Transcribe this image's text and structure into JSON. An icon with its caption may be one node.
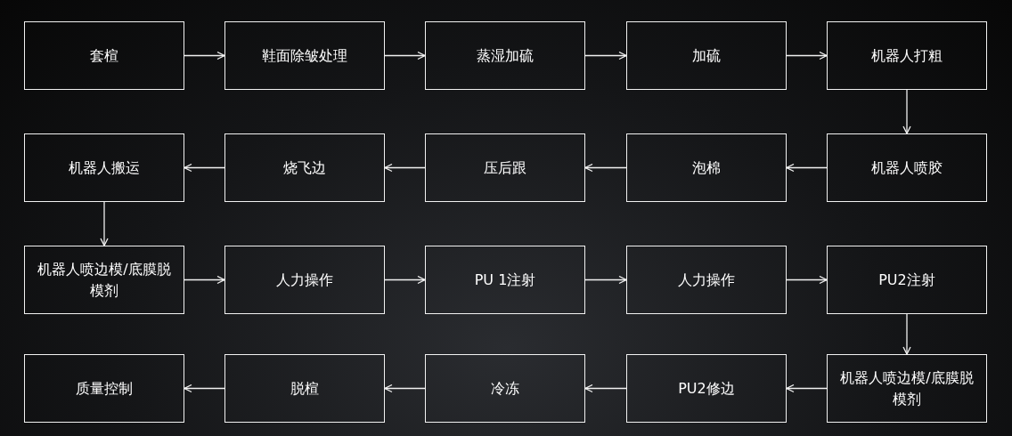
{
  "diagram": {
    "nodes": [
      {
        "text": [
          "套楦"
        ]
      },
      {
        "text": [
          "鞋面除皱处理"
        ]
      },
      {
        "text": [
          "蒸湿加硫"
        ]
      },
      {
        "text": [
          "加硫"
        ]
      },
      {
        "text": [
          "机器人打粗"
        ]
      },
      {
        "text": [
          "机器人喷胶"
        ]
      },
      {
        "text": [
          "泡棉"
        ]
      },
      {
        "text": [
          "压后跟"
        ]
      },
      {
        "text": [
          "烧飞边"
        ]
      },
      {
        "text": [
          "机器人搬运"
        ]
      },
      {
        "text": [
          "机器人喷边模/底膜脱模剂"
        ]
      },
      {
        "text": [
          "人力操作"
        ]
      },
      {
        "text": [
          "PU 1注射"
        ]
      },
      {
        "text": [
          "人力操作"
        ]
      },
      {
        "text": [
          "PU2注射"
        ]
      },
      {
        "text": [
          "机器人喷边模/底膜脱模剂"
        ]
      },
      {
        "text": [
          "PU2修边"
        ]
      },
      {
        "text": [
          "冷冻"
        ]
      },
      {
        "text": [
          "脱楦"
        ]
      },
      {
        "text": [
          "质量控制"
        ]
      }
    ],
    "edges": [
      {
        "from": 0,
        "to": 1,
        "arrow": "to"
      },
      {
        "from": 1,
        "to": 2,
        "arrow": "to"
      },
      {
        "from": 2,
        "to": 3,
        "arrow": "to"
      },
      {
        "from": 3,
        "to": 4,
        "arrow": "to"
      },
      {
        "from": 4,
        "to": 5,
        "arrow": "to"
      },
      {
        "from": 5,
        "to": 6,
        "arrow": "to"
      },
      {
        "from": 6,
        "to": 7,
        "arrow": "to"
      },
      {
        "from": 7,
        "to": 8,
        "arrow": "to"
      },
      {
        "from": 8,
        "to": 9,
        "arrow": "to"
      },
      {
        "from": 9,
        "to": 10,
        "arrow": "to"
      },
      {
        "from": 10,
        "to": 11,
        "arrow": "to"
      },
      {
        "from": 11,
        "to": 12,
        "arrow": "to"
      },
      {
        "from": 12,
        "to": 13,
        "arrow": "to"
      },
      {
        "from": 13,
        "to": 14,
        "arrow": "to"
      },
      {
        "from": 14,
        "to": 15,
        "arrow": "to"
      },
      {
        "from": 15,
        "to": 16,
        "arrow": "to"
      },
      {
        "from": 16,
        "to": 17,
        "arrow": "to"
      },
      {
        "from": 17,
        "to": 18,
        "arrow": "to"
      },
      {
        "from": 18,
        "to": 19,
        "arrow": "to"
      }
    ]
  }
}
